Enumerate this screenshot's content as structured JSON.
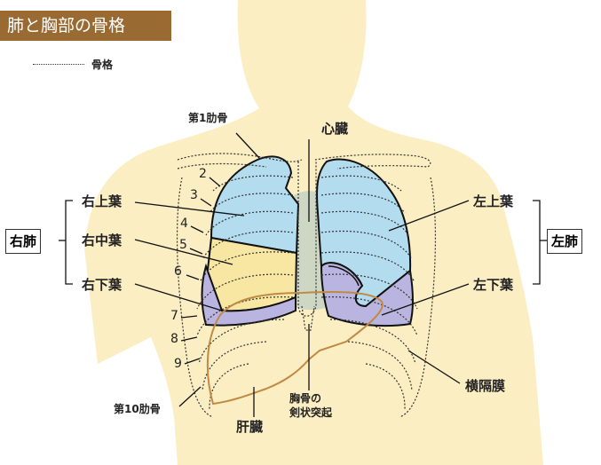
{
  "title": "肺と胸部の骨格",
  "legend": {
    "label": "骨格"
  },
  "labels": {
    "right_lung": "右肺",
    "left_lung": "左肺",
    "right_upper": "右上葉",
    "right_middle": "右中葉",
    "right_lower": "右下葉",
    "left_upper": "左上葉",
    "left_lower": "左下葉",
    "rib1": "第1肋骨",
    "heart": "心臓",
    "diaphragm": "横隔膜",
    "xiphoid_line1": "胸骨の",
    "xiphoid_line2": "剣状突起",
    "rib10": "第10肋骨",
    "liver": "肝臓"
  },
  "rib_numbers": [
    "2",
    "3",
    "4",
    "5",
    "6",
    "7",
    "8",
    "9"
  ],
  "colors": {
    "title_bg": "#9a6a33",
    "skin": "#fbeec3",
    "upper_lobe": "#b4dcef",
    "middle_lobe": "#f7e7a2",
    "lower_lobe": "#b9b4e0",
    "heart": "#c9d3c4",
    "liver_outline": "#c08a43"
  }
}
